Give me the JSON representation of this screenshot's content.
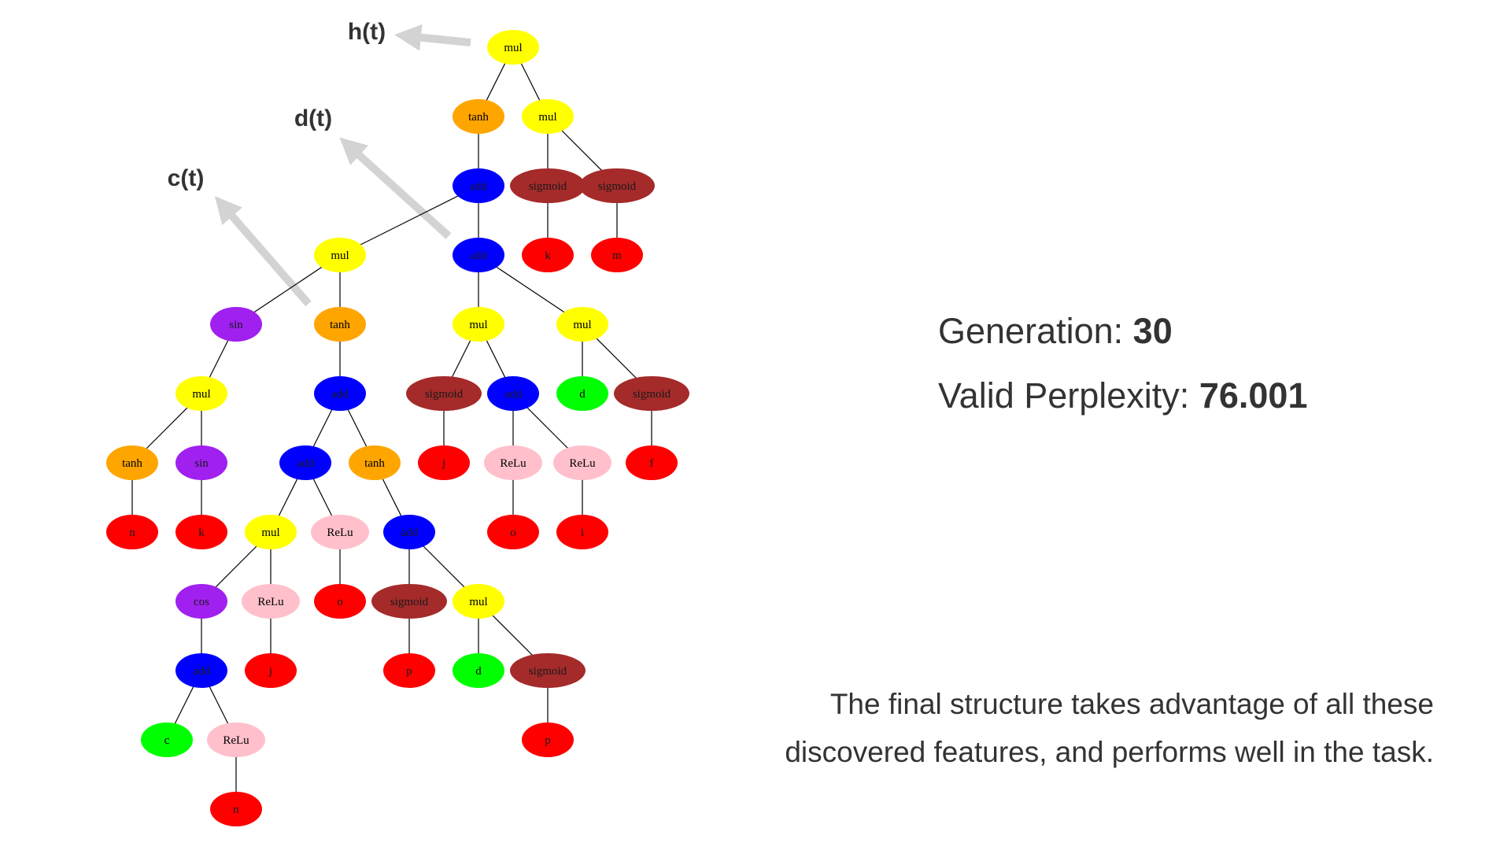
{
  "output_labels": [
    {
      "text": "h(t)",
      "node": "n_root"
    },
    {
      "text": "d(t)",
      "node": "n_add2"
    },
    {
      "text": "c(t)",
      "node": "n_mulL"
    }
  ],
  "stats": {
    "generation_label": "Generation:",
    "generation_value": "30",
    "perplexity_label": "Valid Perplexity:",
    "perplexity_value": "76.001"
  },
  "caption": {
    "line1": "The final structure takes advantage of all these",
    "line2": "discovered features, and performs well in the task."
  },
  "colors": {
    "mul": "#ffff00",
    "tanh": "#ffa500",
    "add": "#0000ff",
    "sigmoid": "#a52a2a",
    "sin": "#a020f0",
    "cos": "#a020f0",
    "ReLu": "#ffc0cb",
    "input_red": "#ff0000",
    "input_green": "#00ff00",
    "edge": "#000000",
    "arrow": "#d3d3d3",
    "text": "#333333"
  },
  "tree": {
    "nodes": [
      {
        "id": "n_root",
        "label": "mul",
        "kind": "mul"
      },
      {
        "id": "n_tanhTop",
        "label": "tanh",
        "kind": "tanh"
      },
      {
        "id": "n_mulTopR",
        "label": "mul",
        "kind": "mul"
      },
      {
        "id": "n_add1",
        "label": "add",
        "kind": "add"
      },
      {
        "id": "n_sigA",
        "label": "sigmoid",
        "kind": "sigmoid"
      },
      {
        "id": "n_sigB",
        "label": "sigmoid",
        "kind": "sigmoid"
      },
      {
        "id": "n_k1",
        "label": "k",
        "kind": "input_red"
      },
      {
        "id": "n_m1",
        "label": "m",
        "kind": "input_red"
      },
      {
        "id": "n_mulL",
        "label": "mul",
        "kind": "mul"
      },
      {
        "id": "n_add2",
        "label": "add",
        "kind": "add"
      },
      {
        "id": "n_sin1",
        "label": "sin",
        "kind": "sin"
      },
      {
        "id": "n_tanhL",
        "label": "tanh",
        "kind": "tanh"
      },
      {
        "id": "n_mulA",
        "label": "mul",
        "kind": "mul"
      },
      {
        "id": "n_mulB",
        "label": "mul",
        "kind": "mul"
      },
      {
        "id": "n_mul2",
        "label": "mul",
        "kind": "mul"
      },
      {
        "id": "n_add3",
        "label": "add",
        "kind": "add"
      },
      {
        "id": "n_sigC",
        "label": "sigmoid",
        "kind": "sigmoid"
      },
      {
        "id": "n_add4",
        "label": "add",
        "kind": "add"
      },
      {
        "id": "n_d1",
        "label": "d",
        "kind": "input_green"
      },
      {
        "id": "n_sigD",
        "label": "sigmoid",
        "kind": "sigmoid"
      },
      {
        "id": "n_tanh2",
        "label": "tanh",
        "kind": "tanh"
      },
      {
        "id": "n_sin2",
        "label": "sin",
        "kind": "sin"
      },
      {
        "id": "n_add5",
        "label": "add",
        "kind": "add"
      },
      {
        "id": "n_tanh3",
        "label": "tanh",
        "kind": "tanh"
      },
      {
        "id": "n_j1",
        "label": "j",
        "kind": "input_red"
      },
      {
        "id": "n_relu1",
        "label": "ReLu",
        "kind": "ReLu"
      },
      {
        "id": "n_relu2",
        "label": "ReLu",
        "kind": "ReLu"
      },
      {
        "id": "n_f1",
        "label": "f",
        "kind": "input_red"
      },
      {
        "id": "n_n1",
        "label": "n",
        "kind": "input_red"
      },
      {
        "id": "n_k2",
        "label": "k",
        "kind": "input_red"
      },
      {
        "id": "n_mul3",
        "label": "mul",
        "kind": "mul"
      },
      {
        "id": "n_relu3",
        "label": "ReLu",
        "kind": "ReLu"
      },
      {
        "id": "n_add6",
        "label": "add",
        "kind": "add"
      },
      {
        "id": "n_o1",
        "label": "o",
        "kind": "input_red"
      },
      {
        "id": "n_i1",
        "label": "i",
        "kind": "input_red"
      },
      {
        "id": "n_cos1",
        "label": "cos",
        "kind": "cos"
      },
      {
        "id": "n_relu4",
        "label": "ReLu",
        "kind": "ReLu"
      },
      {
        "id": "n_o2",
        "label": "o",
        "kind": "input_red"
      },
      {
        "id": "n_sigE",
        "label": "sigmoid",
        "kind": "sigmoid"
      },
      {
        "id": "n_mul4",
        "label": "mul",
        "kind": "mul"
      },
      {
        "id": "n_add7",
        "label": "add",
        "kind": "add"
      },
      {
        "id": "n_j2",
        "label": "j",
        "kind": "input_red"
      },
      {
        "id": "n_p1",
        "label": "p",
        "kind": "input_red"
      },
      {
        "id": "n_d2",
        "label": "d",
        "kind": "input_green"
      },
      {
        "id": "n_sigF",
        "label": "sigmoid",
        "kind": "sigmoid"
      },
      {
        "id": "n_c1",
        "label": "c",
        "kind": "input_green"
      },
      {
        "id": "n_relu5",
        "label": "ReLu",
        "kind": "ReLu"
      },
      {
        "id": "n_p2",
        "label": "p",
        "kind": "input_red"
      },
      {
        "id": "n_n2",
        "label": "n",
        "kind": "input_red"
      }
    ],
    "edges": [
      [
        "n_root",
        "n_tanhTop"
      ],
      [
        "n_root",
        "n_mulTopR"
      ],
      [
        "n_tanhTop",
        "n_add1"
      ],
      [
        "n_mulTopR",
        "n_sigA"
      ],
      [
        "n_mulTopR",
        "n_sigB"
      ],
      [
        "n_sigA",
        "n_k1"
      ],
      [
        "n_sigB",
        "n_m1"
      ],
      [
        "n_add1",
        "n_mulL"
      ],
      [
        "n_add1",
        "n_add2"
      ],
      [
        "n_mulL",
        "n_sin1"
      ],
      [
        "n_mulL",
        "n_tanhL"
      ],
      [
        "n_add2",
        "n_mulA"
      ],
      [
        "n_add2",
        "n_mulB"
      ],
      [
        "n_sin1",
        "n_mul2"
      ],
      [
        "n_tanhL",
        "n_add3"
      ],
      [
        "n_mulA",
        "n_sigC"
      ],
      [
        "n_mulA",
        "n_add4"
      ],
      [
        "n_mulB",
        "n_d1"
      ],
      [
        "n_mulB",
        "n_sigD"
      ],
      [
        "n_mul2",
        "n_tanh2"
      ],
      [
        "n_mul2",
        "n_sin2"
      ],
      [
        "n_add3",
        "n_add5"
      ],
      [
        "n_add3",
        "n_tanh3"
      ],
      [
        "n_sigC",
        "n_j1"
      ],
      [
        "n_add4",
        "n_relu1"
      ],
      [
        "n_add4",
        "n_relu2"
      ],
      [
        "n_sigD",
        "n_f1"
      ],
      [
        "n_tanh2",
        "n_n1"
      ],
      [
        "n_sin2",
        "n_k2"
      ],
      [
        "n_add5",
        "n_mul3"
      ],
      [
        "n_add5",
        "n_relu3"
      ],
      [
        "n_tanh3",
        "n_add6"
      ],
      [
        "n_relu1",
        "n_o1"
      ],
      [
        "n_relu2",
        "n_i1"
      ],
      [
        "n_mul3",
        "n_cos1"
      ],
      [
        "n_mul3",
        "n_relu4"
      ],
      [
        "n_relu3",
        "n_o2"
      ],
      [
        "n_add6",
        "n_sigE"
      ],
      [
        "n_add6",
        "n_mul4"
      ],
      [
        "n_cos1",
        "n_add7"
      ],
      [
        "n_relu4",
        "n_j2"
      ],
      [
        "n_sigE",
        "n_p1"
      ],
      [
        "n_mul4",
        "n_d2"
      ],
      [
        "n_mul4",
        "n_sigF"
      ],
      [
        "n_add7",
        "n_c1"
      ],
      [
        "n_add7",
        "n_relu5"
      ],
      [
        "n_sigF",
        "n_p2"
      ],
      [
        "n_relu5",
        "n_n2"
      ]
    ]
  }
}
